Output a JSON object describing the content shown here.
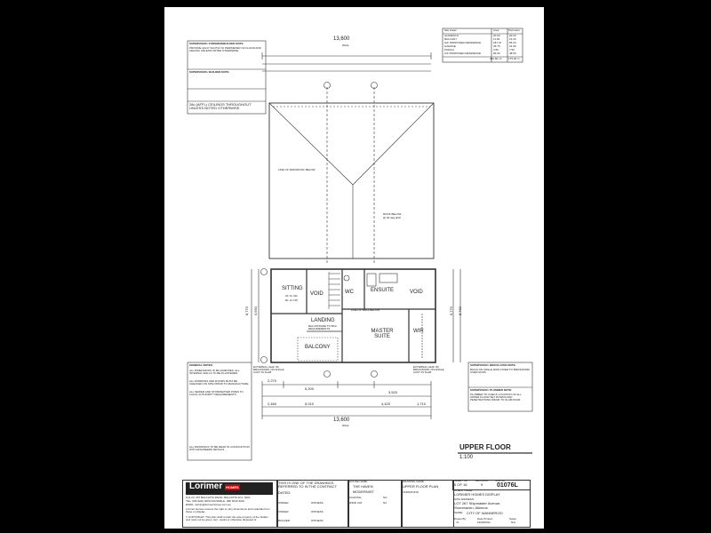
{
  "rooms": {
    "sitting": "SITTING",
    "sitting_level": "UF FL 32c",
    "sitting_rl": "RL 12.745",
    "void_left": "VOID",
    "void_right": "VOID",
    "wc": "WC",
    "ensuite": "ENSUITE",
    "landing": "LANDING",
    "master_suite": "MASTER SUITE",
    "balcony": "BALCONY",
    "wir": "WIR",
    "roof_below": "ROOF BELOW",
    "roof_pitch": "@ 18 deg pitch"
  },
  "dimensions": {
    "top_overall": "13,600",
    "top_overall_sub": "WALL",
    "bottom_overall": "13,600",
    "bottom_overall_sub": "WALL",
    "left_height": "8,770",
    "left_height_inner": "5,650",
    "right_height": "8,720",
    "right_height_inner": "6,770",
    "b1": "2,270",
    "b2": "5,200",
    "b3": "3,520",
    "b4": "2,460",
    "b5": "5,010",
    "b6": "4,420",
    "b7": "1,710"
  },
  "notes": {
    "bulkhead_title": "SUPERVISOR / FOREMAN/BUILDER NOTE",
    "bulkhead_body": "PROVIDE 42x47 SCOTIA TO PERIMETER OF FLOOR AND CEILING UNLESS NOTED OTHERWISE",
    "supervisor_note": "SUPERVISOR / BUILDER NOTE",
    "ceilings": "28c (AFFL) CEILINGS THROUGHOUT UNLESS NOTED OTHERWISE",
    "general_title": "GENERAL NOTES:",
    "general_1": "ALL DIMENSIONS IN MILLIMETRES. ALL INTERNAL WALLS TO BE PLASTERED.",
    "general_2": "ALL WINDOWS AND DOORS MUST BE CHECKED ON SITE PRIOR TO MANUFACTURE.",
    "general_3": "ALL SEWER AND STORMWATER PIPES TO LOCAL AUTHORITY REQUIREMENTS.",
    "general_4": "ALL DRAWINGS TO BE READ IN CONJUNCTION WITH ENGINEERS DETAILS.",
    "line_below": "LINE OF SPAN/ROOF BELOW",
    "line_wall_below": "LINE OF WALL BELOW",
    "ext_leaf_left": "EXTERNAL LEAF OF BRICKWORK ON ANGLE CAST IN SLAB",
    "ext_leaf_right": "EXTERNAL LEAF OF BRICKWORK ON ANGLE CAST IN SLAB",
    "balustrade": "BALUSTRADE TO BCA REQUIREMENTS",
    "plumber_title": "SUPERVISOR / PLUMBER NOTE:",
    "plumber_body": "PLUMBER TO CHECK LOCATION OF ALL UPPER FLOOR SET DOWNS AND PENETRATIONS PRIOR TO SLAB POUR.",
    "cabinet_title": "SUPERVISOR / BRICKLAYER NOTE:",
    "cabinet_body": "BUILD ON ANGLE IRON FIXED TO BRICKWORK OVER ROOF."
  },
  "areas": {
    "header": [
      "Site Areas",
      "Area",
      "Perimeter"
    ],
    "rows": [
      [
        "ALFRESCO",
        "20.00",
        "20.00"
      ],
      [
        "BALCONY",
        "11.82",
        "14.20"
      ],
      [
        "G/F PROPOSED RESIDENCE",
        "187.47",
        "65.20"
      ],
      [
        "GARAGE",
        "35.75",
        "24.00"
      ],
      [
        "PORCH",
        "3.56",
        "7.50"
      ],
      [
        "U/F PROPOSED RESIDENCE",
        "84.00",
        "48.50"
      ]
    ],
    "total": [
      "",
      "342.60 m²",
      "179.40 m"
    ]
  },
  "plan_title": "UPPER FLOOR",
  "plan_scale": "1:100",
  "title_block": {
    "logo": "Lorimer",
    "logo_tag": "HOMES",
    "address_1": "Unit 23, 257 BALCATTA ROAD, BALCATTA W.A. 6021",
    "address_2": "TEL: (08) 9240 3000   FACSIMILE: (08) 9240 3001",
    "address_3": "EMAIL: admin@lorimerhomes.com.au",
    "disclaimer": "Lorimer Homes reserve the right to vary dimensions and materials from those on display.",
    "copyright": "© COPYRIGHT: This plan shall remain the sole property of the builder and must not be given, lent, resold or otherwise disposed of.",
    "contract_text": "THIS IS ONE OF THE DRAWINGS REFERRED TO IN THE CONTRACT",
    "dated_label": "DATED:",
    "owner_label": "OWNER",
    "witness_label": "WITNESS",
    "builder_label": "BUILDER",
    "house_name_label": "HOUSE NAME:",
    "house_name": "THE HAVEN",
    "house_style": "MODERNIST",
    "coastal_label": "COASTAL",
    "coastal_value": "NO",
    "wind_label": "WIND CAT",
    "wind_value": "N3",
    "drawing_name_label": "DRAWING NAME:",
    "drawing_name": "UPPER FLOOR PLAN",
    "variations_label": "VARIATIONS:",
    "sheet_label": "SHEET No:",
    "sheet": "6 OF 16",
    "revision_label": "REVISION",
    "revision": "9",
    "job_label": "JOB No:",
    "job": "01076L",
    "client_label": "CLIENT NAME:",
    "client": "LORIMER HOMES DISPLAY",
    "site_label": "SITE ADDRESS:",
    "site_1": "LOT 267 Shipmaster Avenue,",
    "site_2": "Shorehaven, Alkimos",
    "shire_label": "SHIRE:",
    "shire": "CITY OF WANNEROO",
    "drawn_label": "Drawn By:",
    "drawn": "JJ",
    "date_label": "Date Printed:",
    "date": "16/09/2011",
    "scale_label": "Scale:",
    "scale": "N/A"
  }
}
